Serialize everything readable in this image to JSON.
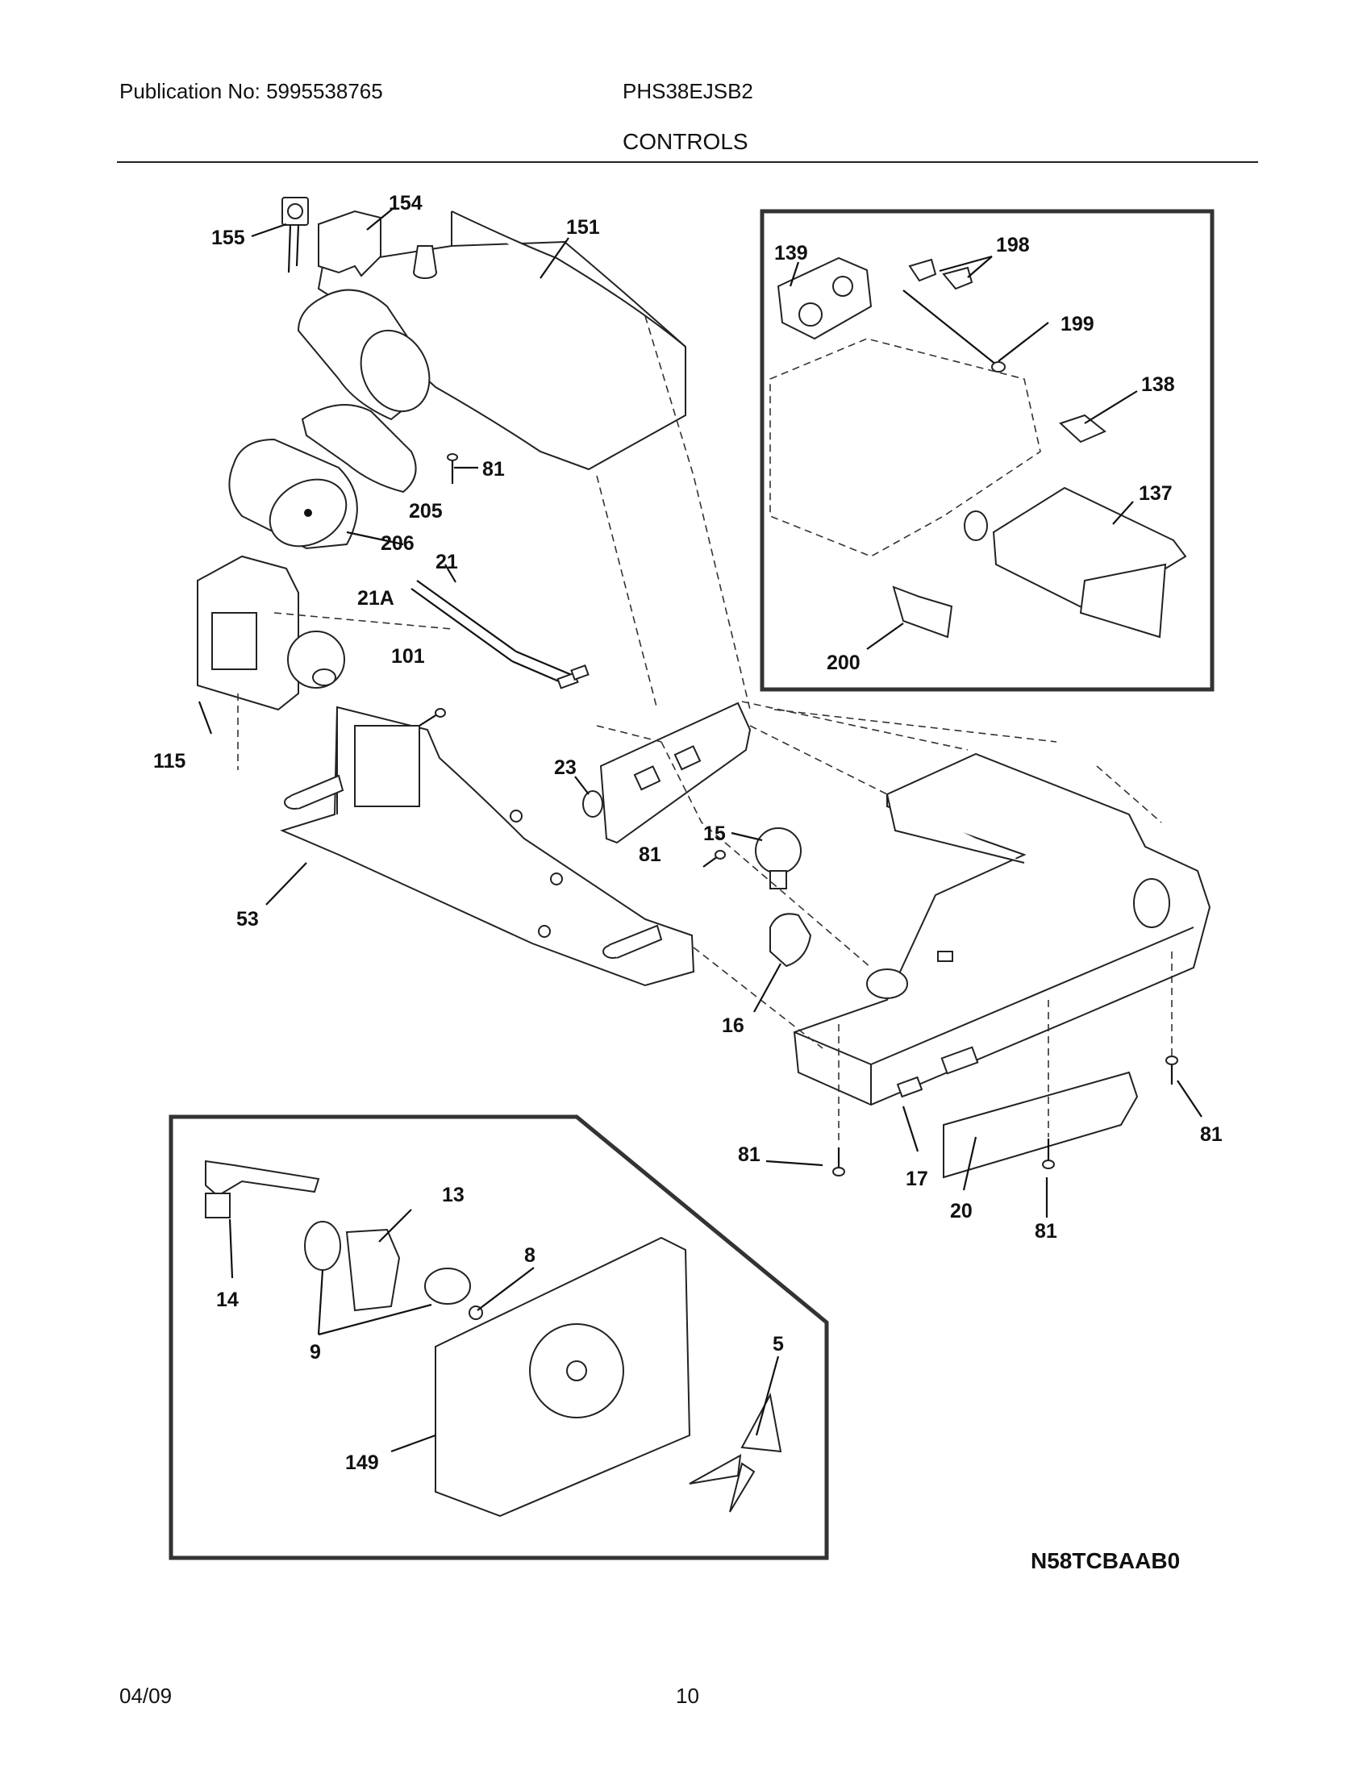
{
  "header": {
    "publication": "Publication No: 5995538765",
    "model": "PHS38EJSB2",
    "section": "CONTROLS"
  },
  "footer": {
    "date": "04/09",
    "page": "10"
  },
  "diagram_code": "N58TCBAAB0",
  "callouts": {
    "p155": "155",
    "p154": "154",
    "p151": "151",
    "p81a": "81",
    "p205": "205",
    "p206": "206",
    "p21": "21",
    "p21a": "21A",
    "p101": "101",
    "p115": "115",
    "p23": "23",
    "p15": "15",
    "p81b": "81",
    "p53": "53",
    "p16": "16",
    "p81c": "81",
    "p17": "17",
    "p20": "20",
    "p81d": "81",
    "p81e": "81",
    "p139": "139",
    "p198": "198",
    "p199": "199",
    "p138": "138",
    "p137": "137",
    "p200": "200",
    "p13": "13",
    "p14": "14",
    "p8": "8",
    "p9": "9",
    "p5": "5",
    "p149": "149"
  }
}
